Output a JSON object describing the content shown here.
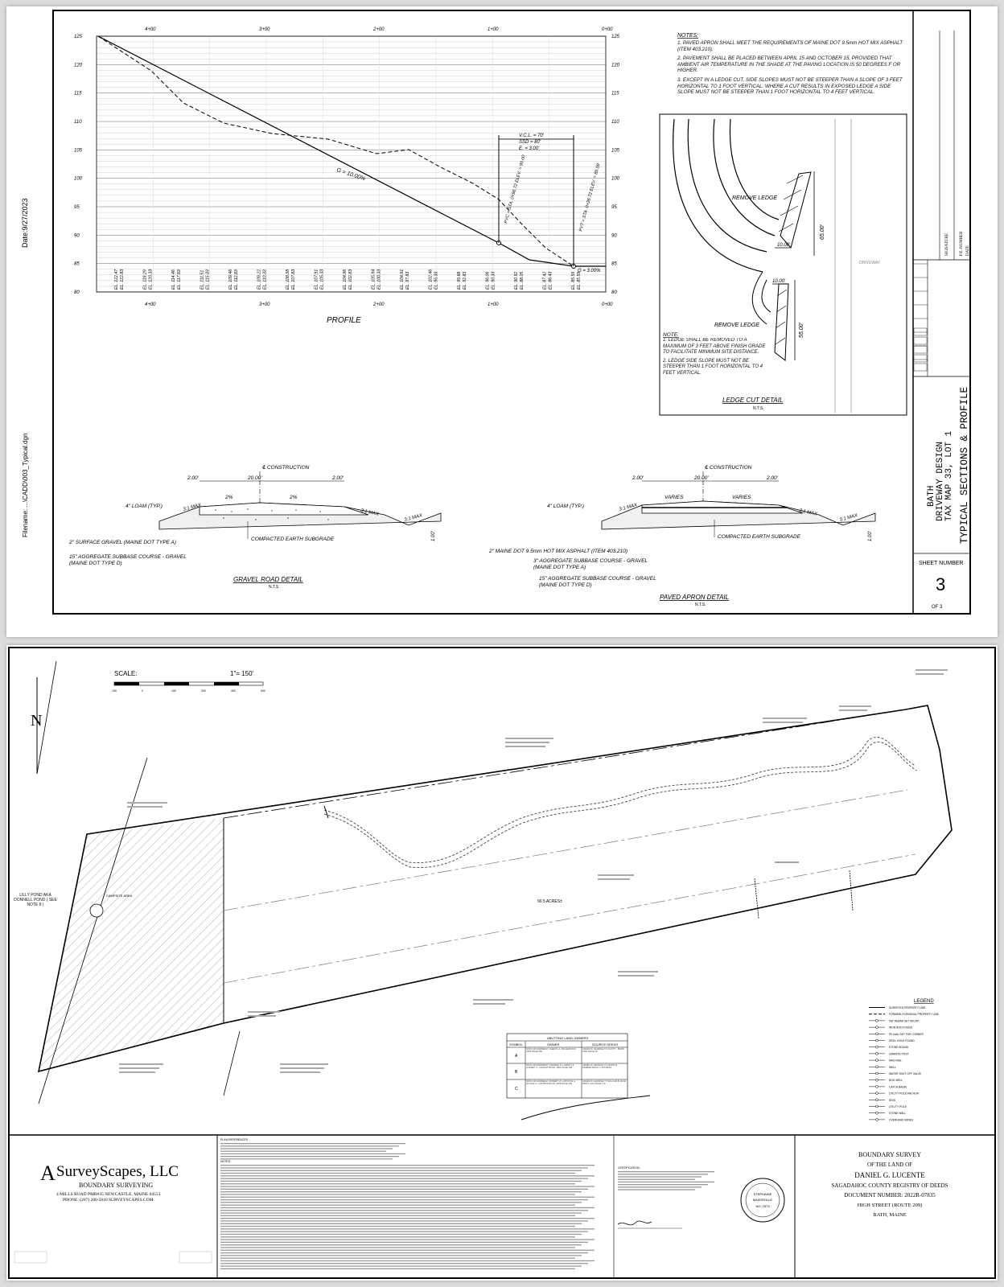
{
  "sheet1": {
    "side_date": "Date:9/27/2023",
    "side_filename": "Filename: ...\\CADD\\003_Typical.dgn",
    "profile": {
      "title": "PROFILE",
      "stations_top": [
        "4+00",
        "3+00",
        "2+00",
        "1+00",
        "0+00"
      ],
      "elev_labels": [
        "125",
        "120",
        "115",
        "110",
        "105",
        "100",
        "95",
        "90",
        "85",
        "80"
      ],
      "grade_label": "G = 10.00%",
      "end_grade_label": "G = 3.00%",
      "vc_label1": "V.C.L. = 70'",
      "vc_label2": "SSD = 80'",
      "vc_label3": "E. = 3.00'",
      "pvc_label": "PVC = STA. 0+96.72  ELEV. = 90.00",
      "pvt_label": "PVT = STA. 0+26.72  ELEV. = 85.59",
      "elevations": [
        "EL. 122.47",
        "EL. 122.83",
        "EL. 119.29",
        "EL. 120.33",
        "EL. 114.46",
        "EL. 117.83",
        "EL. 111.51",
        "EL. 115.33",
        "EL. 109.46",
        "EL. 112.83",
        "EL. 109.22",
        "EL. 110.33",
        "EL. 108.58",
        "EL. 107.83",
        "EL. 107.91",
        "EL. 105.33",
        "EL. 104.96",
        "EL. 102.83",
        "EL. 105.94",
        "EL. 100.33",
        "EL. 104.91",
        "EL. 97.83",
        "EL. 102.46",
        "EL. 95.33",
        "EL. 99.68",
        "EL. 92.83",
        "EL. 96.06",
        "EL. 90.33",
        "EL. 90.92",
        "EL. 88.05",
        "EL. 87.42",
        "EL. 86.43",
        "EL. 85.59",
        "EL. 85.59"
      ]
    },
    "notes": {
      "title": "NOTES:",
      "items": [
        "1. PAVED APRON SHALL MEET THE REQUIREMENTS OF MAINE DOT 9.5mm HOT MIX ASPHALT (ITEM 403.210).",
        "2. PAVEMENT SHALL BE PLACED BETWEEN APRIL 15 AND OCTOBER 15, PROVIDED THAT AMBIENT AIR TEMPERATURE IN THE SHADE AT THE PAVING LOCATION IS 50 DEGREES F OR HIGHER.",
        "3. EXCEPT IN A LEDGE CUT, SIDE SLOPES MUST NOT BE STEEPER THAN A SLOPE OF 3 FEET HORIZONTAL TO 1 FOOT VERTICAL. WHERE A CUT RESULTS IN EXPOSED LEDGE A SIDE SLOPE MUST NOT BE STEEPER THAN 1 FOOT HORIZONTAL TO 4 FEET VERTICAL."
      ]
    },
    "ledge": {
      "remove1": "REMOVE LEDGE",
      "remove2": "REMOVE LEDGE",
      "dim_65": "65.00'",
      "dim_55": "55.00'",
      "dim_10a": "10.00'",
      "dim_10b": "10.00'",
      "driveway_label": "DRIVEWAY",
      "note_title": "NOTE:",
      "note1": "1. LEDGE SHALL BE REMOVED TO A MAXIMUM OF 3 FEET ABOVE FINISH GRADE TO FACILITATE MINIMUM SITE DISTANCE.",
      "note2": "2. LEDGE SIDE SLOPE MUST NOT BE STEEPER THAN 1 FOOT HORIZONTAL TO 4 FEET VERTICAL.",
      "title": "LEDGE CUT DETAIL",
      "nts": "N.T.S."
    },
    "gravel": {
      "construction": "℄ CONSTRUCTION",
      "dim_left": "2.00'",
      "dim_mid": "20.00'",
      "dim_right": "2.00'",
      "slope_left": "2%",
      "slope_right": "2%",
      "loam": "4\" LOAM (TYP.)",
      "max_l": "3:1 MAX",
      "max_r1": "3:1 MAX",
      "max_r2": "3:1 MAX",
      "depth": "1.00'",
      "subgrade": "COMPACTED EARTH SUBGRADE",
      "surface": "2\" SURFACE GRAVEL (MAINE DOT TYPE A)",
      "subbase1": "15\" AGGREGATE SUBBASE COURSE - GRAVEL",
      "subbase2": "(MAINE DOT TYPE D)",
      "title": "GRAVEL ROAD DETAIL",
      "nts": "N.T.S."
    },
    "paved": {
      "construction": "℄ CONSTRUCTION",
      "dim_left": "2.00'",
      "dim_mid": "20.00'",
      "dim_right": "2.00'",
      "varies_l": "VARIES",
      "varies_r": "VARIES",
      "loam": "4\" LOAM (TYP.)",
      "max_l": "3:1 MAX",
      "max_r1": "3:1 MAX",
      "max_r2": "3:1 MAX",
      "depth": "1.00'",
      "subgrade": "COMPACTED EARTH SUBGRADE",
      "asphalt": "2\" MAINE DOT 9.5mm HOT MIX ASPHALT (ITEM 403.210)",
      "sub3a": "3\" AGGREGATE SUBBASE COURSE - GRAVEL",
      "sub3b": "(MAINE DOT TYPE A)",
      "sub15a": "15\" AGGREGATE SUBBASE COURSE - GRAVEL",
      "sub15b": "(MAINE DOT TYPE D)",
      "title": "PAVED APRON DETAIL",
      "nts": "N.T.S."
    },
    "titleblock": {
      "signature": "SIGNATURE",
      "pe_number": "P.E. NUMBER",
      "date": "DATE",
      "l1": "BATH",
      "l2": "DRIVEWAY DESIGN",
      "l3": "TAX MAP 33, LOT 1",
      "l4": "TYPICAL SECTIONS & PROFILE",
      "sheet_label": "SHEET NUMBER",
      "sheet_no": "3",
      "of": "OF  3"
    }
  },
  "sheet2": {
    "scale_label": "SCALE:",
    "scale_value": "1\"=   150'",
    "scale_ticks": [
      "150",
      "0",
      "150",
      "300",
      "450",
      "600"
    ],
    "north": "N",
    "acres": "90.5 ACRES±",
    "lilly_pond": "LILLY POND AKA DONNELL POND ( SEE NOTE 8 )",
    "campsite": "CAMPSITE AREA",
    "legend_title": "LEGEND",
    "legend_items": [
      "SURVEYED PROPERTY LINE",
      "FORMERLY/ORIGINAL PROPERTY LINE",
      "5/8\" REBAR SET W/CAP",
      "IRON ROD FOUND",
      "PK NAIL SET FOR CORNER",
      "DRILL HOLE FOUND",
      "STONE BOUND",
      "GRANITE POST",
      "MAG NAIL",
      "WELL",
      "WATER SHUT OFF VALVE",
      "BOG WELL",
      "CATCH BASIN",
      "UTILITY POLE ANCHOR",
      "SIGN",
      "UTILITY POLE",
      "STONE WALL",
      "OVERHEAD WIRES"
    ],
    "abutters": {
      "title": "ABUTTING LAND OWNERS",
      "headers": [
        "SYMBOL",
        "OWNER",
        "SOURCE DEEDS"
      ],
      "rows": [
        {
          "sym": "A",
          "owner": "NOW OR FORMERLY CHERYL A. RICHE BOOK 4369 PAGE 258",
          "deed": "JAMES M. GEORGE TO SCOTT... BOOK 1482 PAGE 20"
        },
        {
          "sym": "B",
          "owner": "NOW OR FORMERLY GEORGE D. LAMONT & AUDREY C. LAMONT BOOK 1962 PAGE 168",
          "deed": "JAMES M. GEORGE TO MARTHA PEMBLE BOOK 1 WITNESS"
        },
        {
          "sym": "C",
          "owner": "NOW OR FORMERLY ROBERT W. LAPONTE & NICOLE A. LAPONTE BOOK 3006 PAGE 155",
          "deed": "JAMES M. GEORGE TO WILLIAM B. RICE BOOK 1411 PAGE 176"
        }
      ]
    },
    "firm": {
      "name": "SurveyScapes, LLC",
      "sub": "BOUNDARY SURVEYING",
      "address": "4 MILLS ROAD PMB#35 NEWCASTLE, MAINE 04553",
      "phone": "PHONE: (207) 280-5016 SURVEYSCAPES.COM"
    },
    "plan_refs_title": "PLAN REFERENCES",
    "notes_title": "NOTES:",
    "cert_title": "CERTIFICATION:",
    "stamp": {
      "l1": "STEPHANIE",
      "l2": "MAZEROLLE",
      "l3": "NO. 2573"
    },
    "boundary": {
      "l1": "BOUNDARY SURVEY",
      "l2": "OF THE LAND OF",
      "l3": "DANIEL G. LUCENTE",
      "l4": "SAGADAHOC COUNTY REGISTRY OF DEEDS",
      "l5": "DOCUMENT NUMBER: 2022R-07835",
      "l6": "HIGH STREET (ROUTE 209)",
      "l7": "BATH, MAINE"
    }
  }
}
